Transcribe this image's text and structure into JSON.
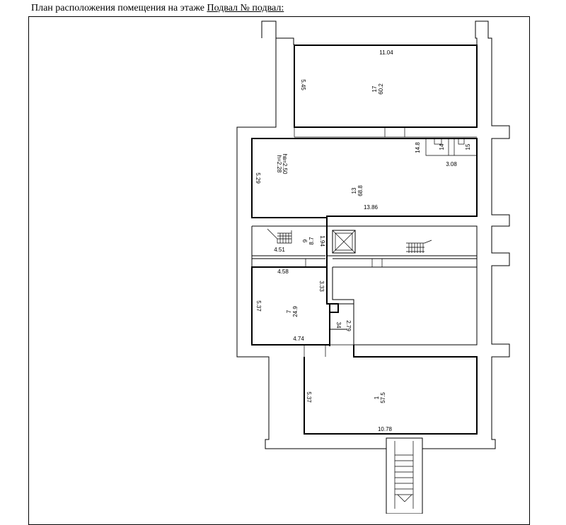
{
  "header": {
    "title_prefix": "План расположения помещения на этаже ",
    "title_floor": "Подвал № подвал:"
  },
  "plan": {
    "rooms": [
      {
        "id": "17",
        "number": "17",
        "area": "60.2"
      },
      {
        "id": "13",
        "number": "13",
        "area": "68.8"
      },
      {
        "id": "14",
        "number": "14",
        "area": ""
      },
      {
        "id": "15",
        "number": "15",
        "area": ""
      },
      {
        "id": "9",
        "number": "9",
        "area": "8.7"
      },
      {
        "id": "7",
        "number": "7",
        "area": "24.9"
      },
      {
        "id": "1",
        "number": "1",
        "area": "57.5"
      }
    ],
    "dimensions": {
      "d_11_04": "11.04",
      "d_5_45": "5.45",
      "d_h_2_28": "h=2.28",
      "d_hb_2_50": "hв=2.50",
      "d_14_8": "14.8",
      "d_3_08": "3.08",
      "d_5_29": "5.29",
      "d_13_86": "13.86",
      "d_1_94": "1.94",
      "d_4_51": "4.51",
      "d_4_58": "4.58",
      "d_3_33": "3.33",
      "d_5_37a": "5.37",
      "d_2_79": "2.79",
      "d_34": "34",
      "d_4_74": "4.74",
      "d_5_37b": "5.37",
      "d_10_78": "10.78"
    }
  }
}
